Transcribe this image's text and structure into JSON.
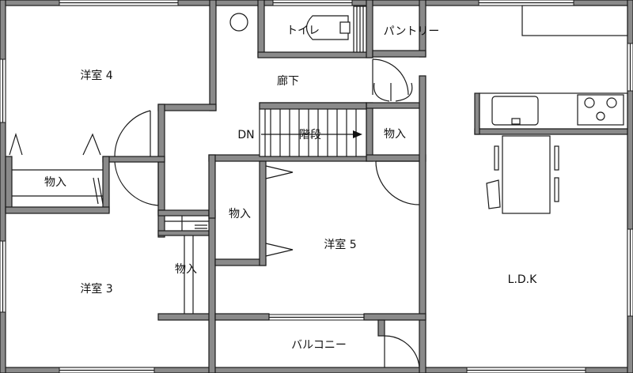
{
  "rooms": {
    "western_room_4": "洋室 4",
    "western_room_3": "洋室 3",
    "western_room_5": "洋室 5",
    "ldk": "L.D.K",
    "corridor": "廊下",
    "toilet": "トイレ",
    "pantry": "パントリー",
    "balcony": "バルコニー",
    "stairs": "階段",
    "stairs_down": "DN",
    "storage_room4": "物入",
    "storage_hall": "物入",
    "storage_stairs": "物入",
    "storage_room5": "物入"
  }
}
